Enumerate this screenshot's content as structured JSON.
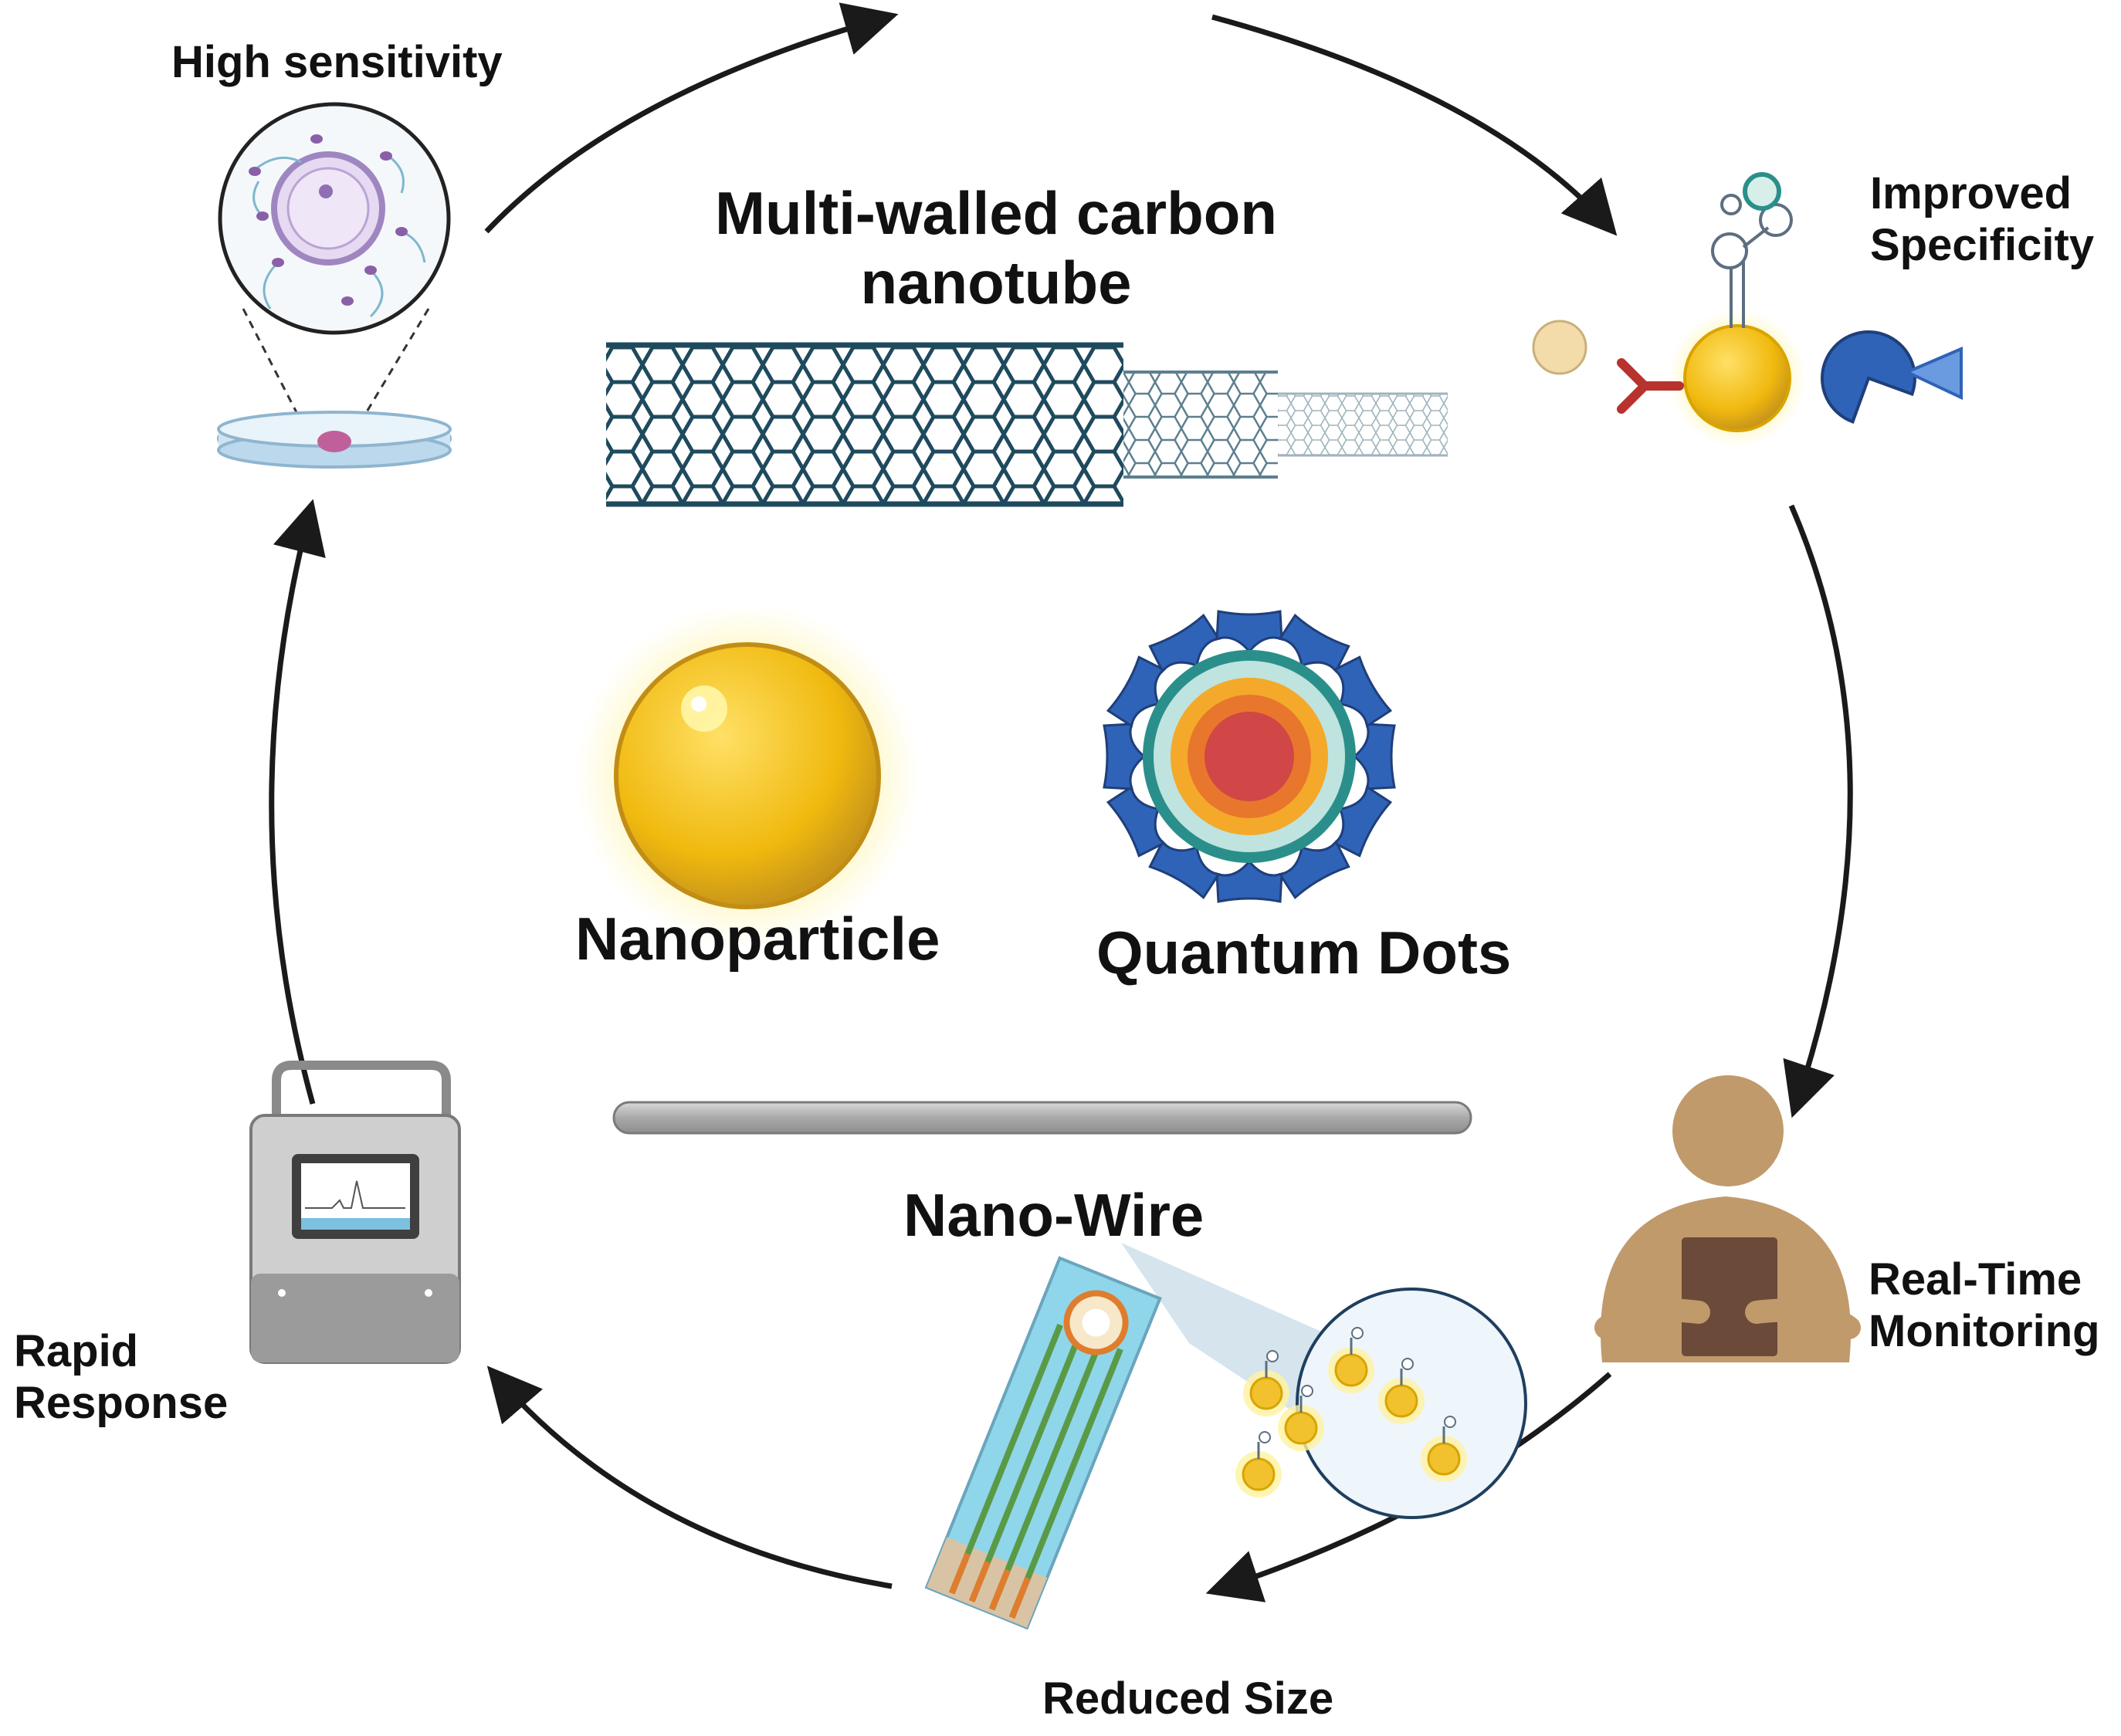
{
  "center": {
    "nanotube_title": [
      "Multi-walled carbon",
      "nanotube"
    ],
    "nanoparticle_label": "Nanoparticle",
    "quantum_dots_label": "Quantum Dots",
    "nanowire_label": "Nano-Wire"
  },
  "cycle": {
    "high_sensitivity": "High sensitivity",
    "improved_specificity": [
      "Improved",
      "Specificity"
    ],
    "real_time_monitoring": [
      "Real-Time",
      "Monitoring"
    ],
    "reduced_size": "Reduced Size",
    "rapid_response": [
      "Rapid",
      "Response"
    ]
  },
  "colors": {
    "arrow": "#1a1a1a",
    "nanotube": "#1f4a5e",
    "gold": "#f2c12e",
    "quantum_blue": "#2f63b8",
    "quantum_core": "#d14646",
    "person": "#c09a6b",
    "tablet": "#6b4a3a",
    "wire": "#b5b5b5"
  }
}
